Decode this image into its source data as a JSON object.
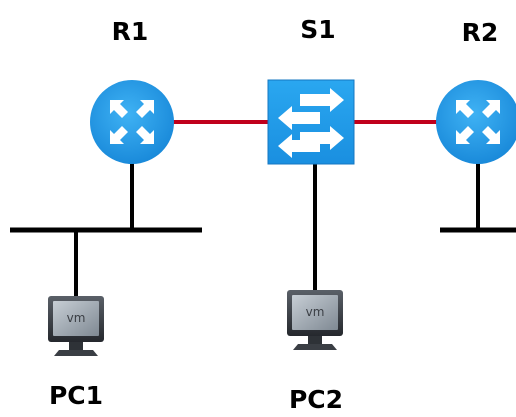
{
  "devices": {
    "r1": {
      "label": "R1",
      "icon": "router-icon"
    },
    "s1": {
      "label": "S1",
      "icon": "switch-icon"
    },
    "r2": {
      "label": "R2",
      "icon": "router-icon"
    },
    "pc1": {
      "label": "PC1",
      "icon": "vm-monitor-icon",
      "screen_text": "vm"
    },
    "pc2": {
      "label": "PC2",
      "icon": "vm-monitor-icon",
      "screen_text": "vm"
    }
  },
  "colors": {
    "device_blue": "#1E9BE8",
    "device_blue_dark": "#1477C2",
    "serial_link": "#C0001C",
    "ethernet_link": "#000000",
    "monitor_frame": "#3A3E44",
    "monitor_screen": "#9AA3AC"
  }
}
